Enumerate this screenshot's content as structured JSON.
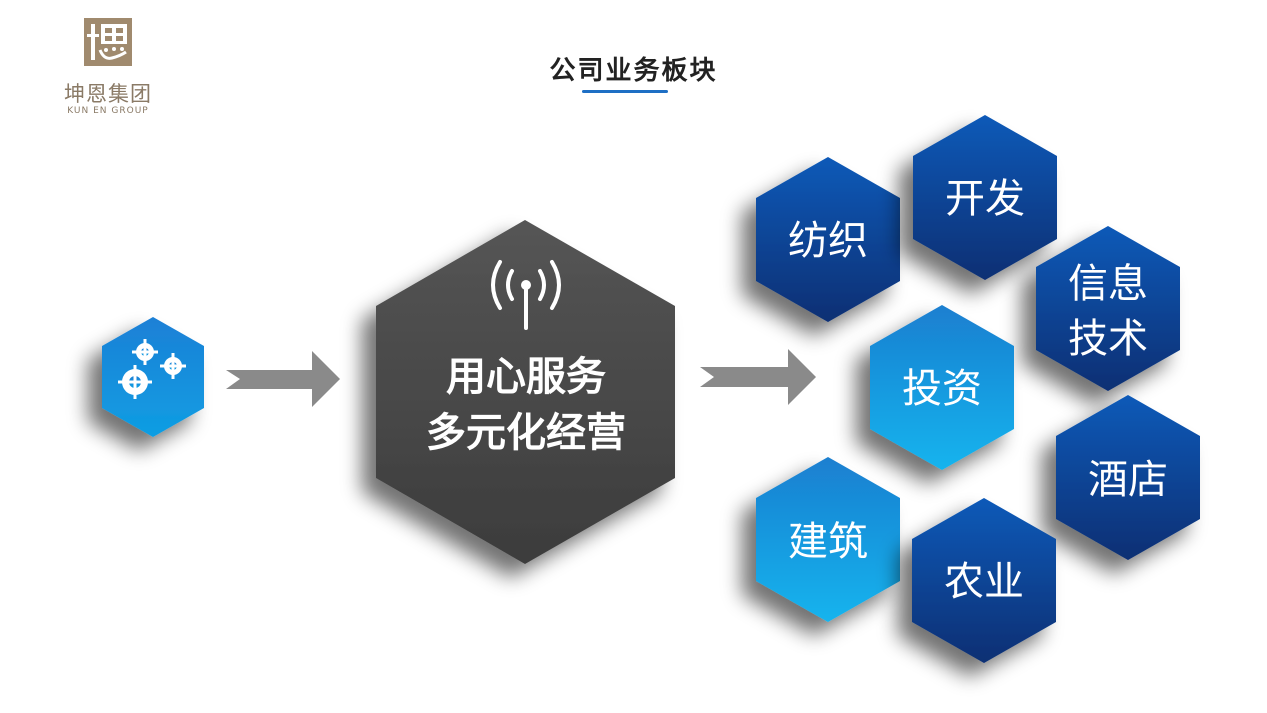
{
  "logo": {
    "name": "坤恩集团",
    "subtitle": "KUN EN GROUP"
  },
  "title": "公司业务板块",
  "center": {
    "line1": "用心服务",
    "line2": "多元化经营"
  },
  "segments": [
    {
      "id": "textile",
      "label": "纺织"
    },
    {
      "id": "development",
      "label": "开发"
    },
    {
      "id": "it",
      "line1": "信息",
      "line2": "技术"
    },
    {
      "id": "investment",
      "label": "投资"
    },
    {
      "id": "hotel",
      "label": "酒店"
    },
    {
      "id": "construction",
      "label": "建筑"
    },
    {
      "id": "agriculture",
      "label": "农业"
    }
  ],
  "colors": {
    "blue_dark": "#0a3f8f",
    "blue_light": "#1aa3e6",
    "gray_hex": "#4a4a4a",
    "arrow": "#8a8a8a",
    "logo": "#8a7a66"
  },
  "icons": [
    "gears-icon",
    "signal-antenna-icon"
  ]
}
